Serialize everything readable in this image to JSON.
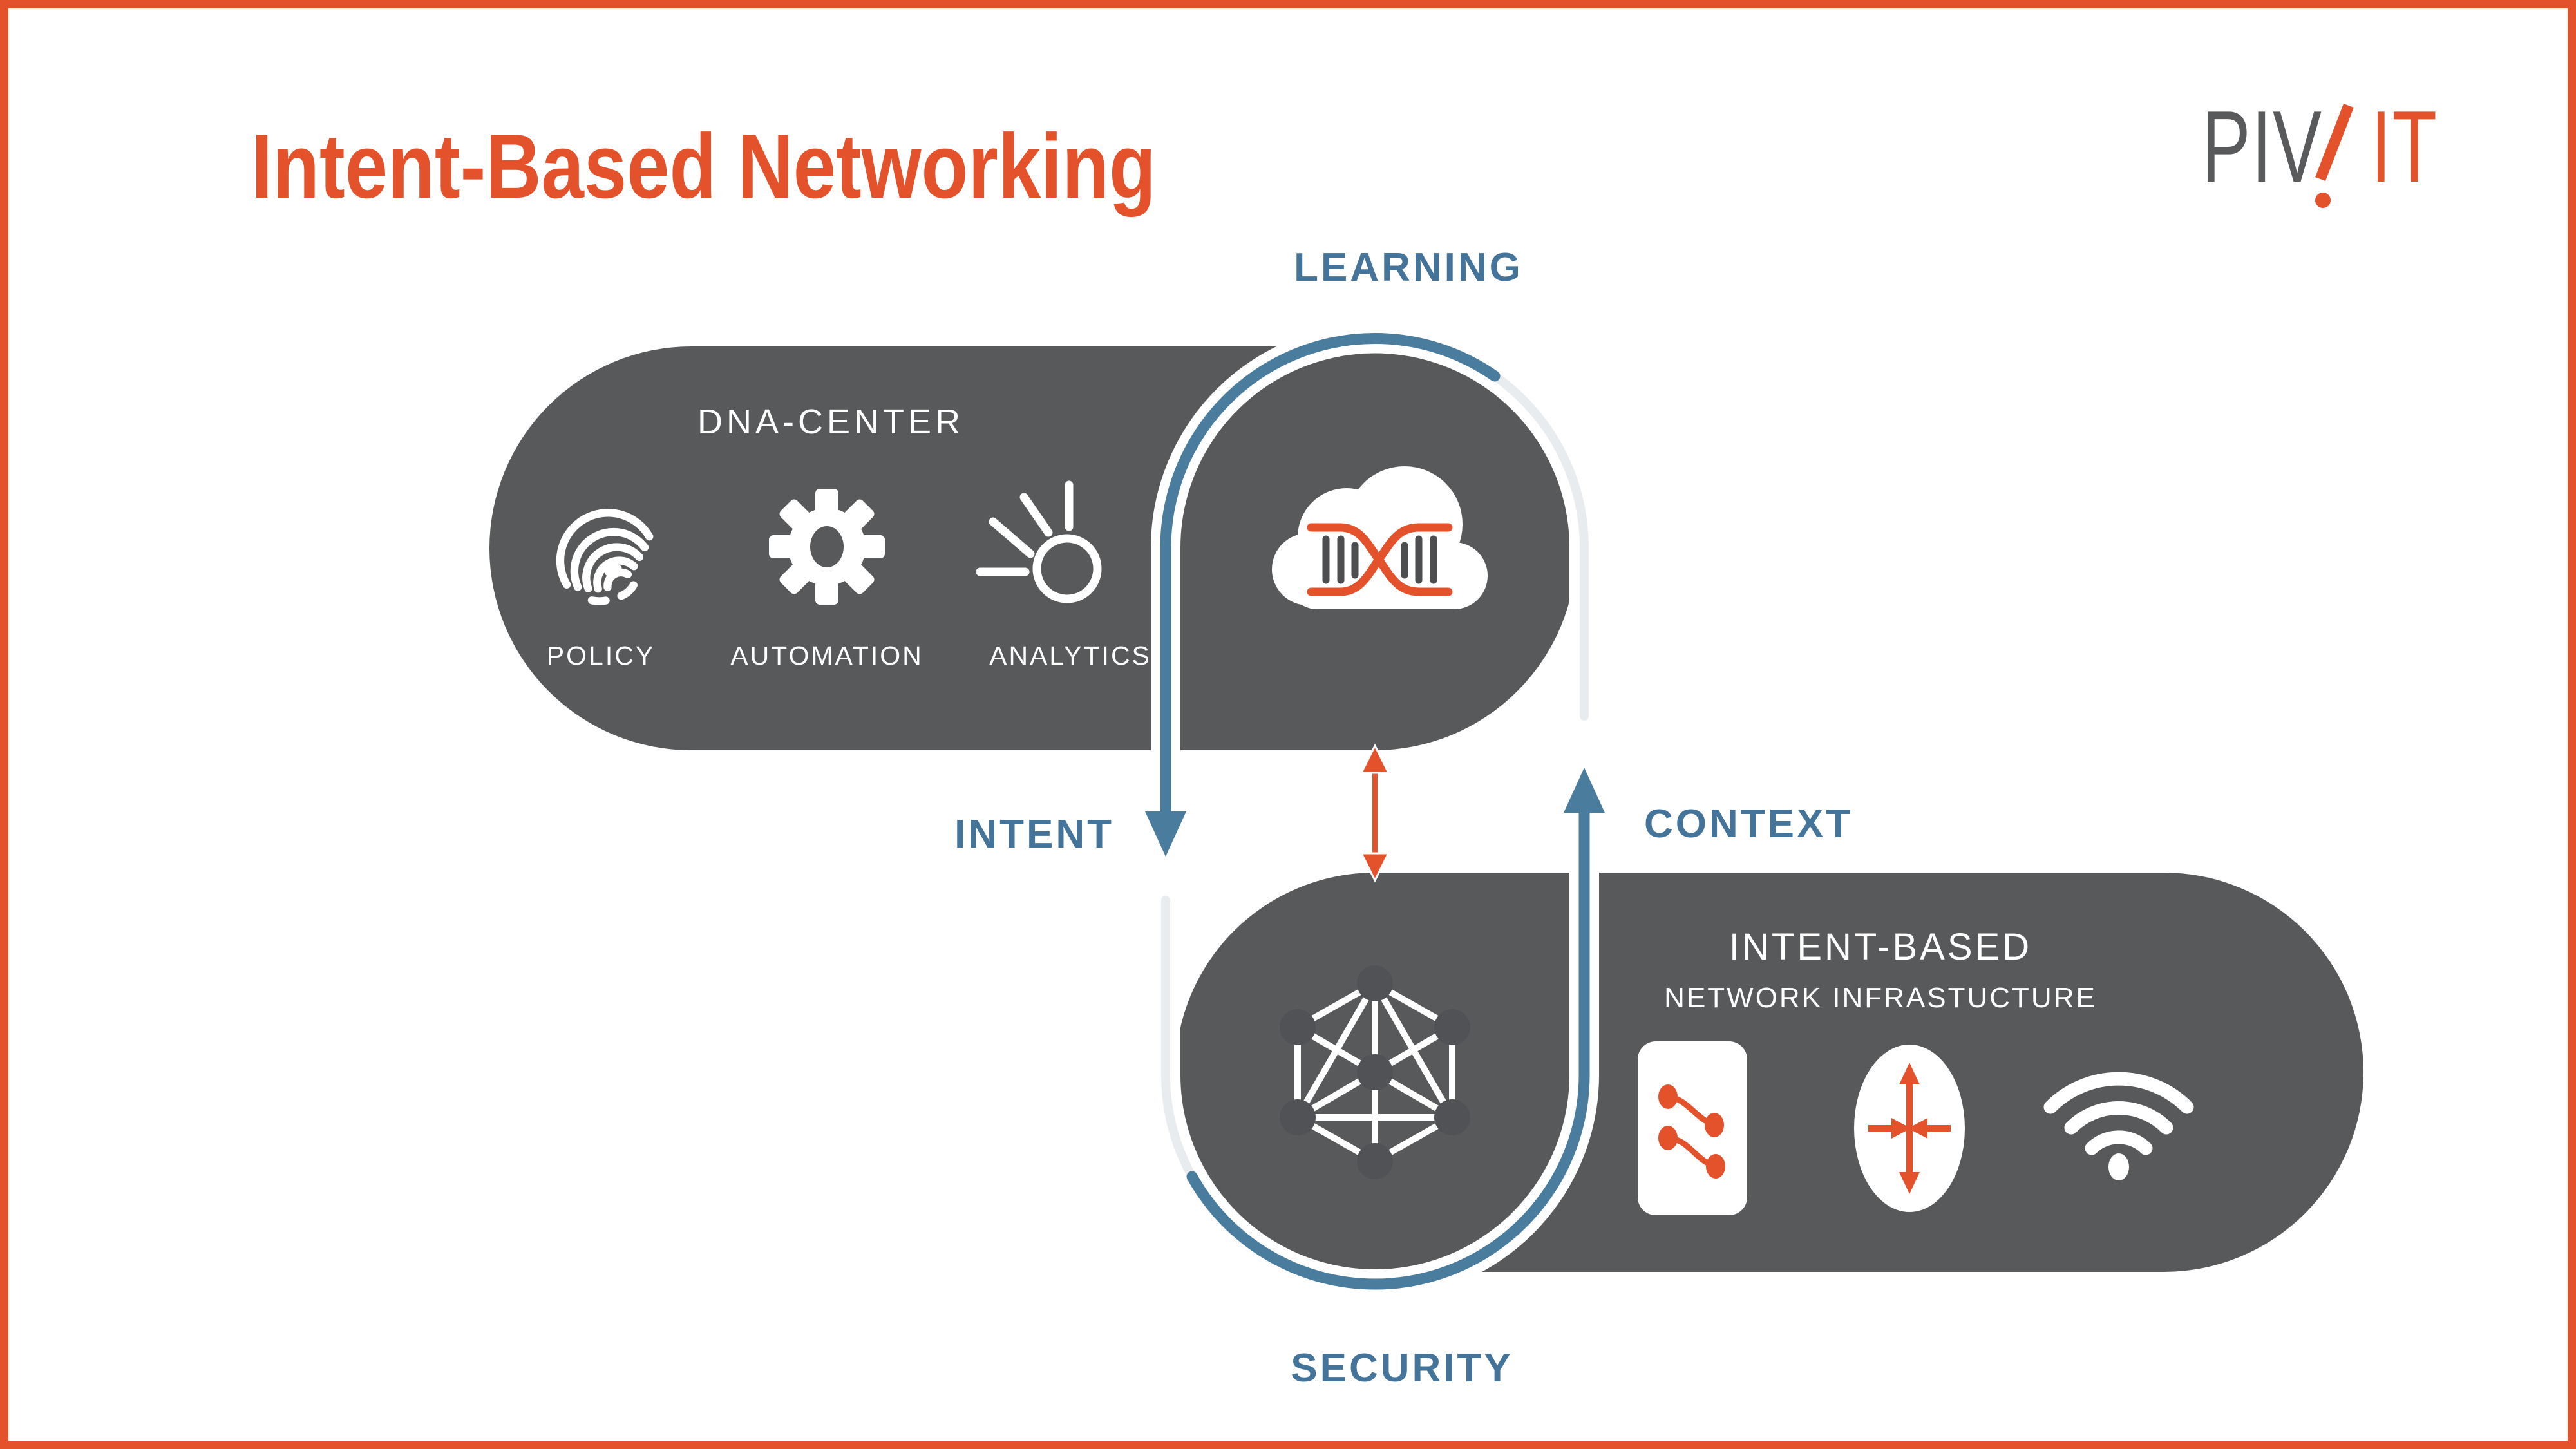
{
  "header": {
    "title": "Intent-Based Networking"
  },
  "logo": {
    "gray_part": "PIV",
    "orange_part": "IT",
    "mark": "exclamation-slash-and-dot"
  },
  "flow": {
    "learning": "LEARNING",
    "intent": "INTENT",
    "context": "CONTEXT",
    "security": "SECURITY"
  },
  "dna_center": {
    "title": "DNA-CENTER",
    "items": [
      {
        "label": "POLICY",
        "icon": "fingerprint-icon"
      },
      {
        "label": "AUTOMATION",
        "icon": "gear-icon"
      },
      {
        "label": "ANALYTICS",
        "icon": "analytics-rays-icon"
      }
    ],
    "hub_icon": "cloud-dna-icon"
  },
  "network_infrastructure": {
    "title_line1": "INTENT-BASED",
    "title_line2": "NETWORK INFRASTUCTURE",
    "hub_icon": "mesh-network-icon",
    "device_icons": [
      "switch-icon",
      "router-icon",
      "wifi-icon"
    ]
  },
  "colors": {
    "accent_orange": "#E4522C",
    "pill_gray": "#58595B",
    "flow_blue": "#4A7C9D",
    "label_blue": "#44749A",
    "faint_loop": "#E9ECEF",
    "dna_bar_gray": "#4D4E50",
    "background": "#FFFFFF"
  }
}
